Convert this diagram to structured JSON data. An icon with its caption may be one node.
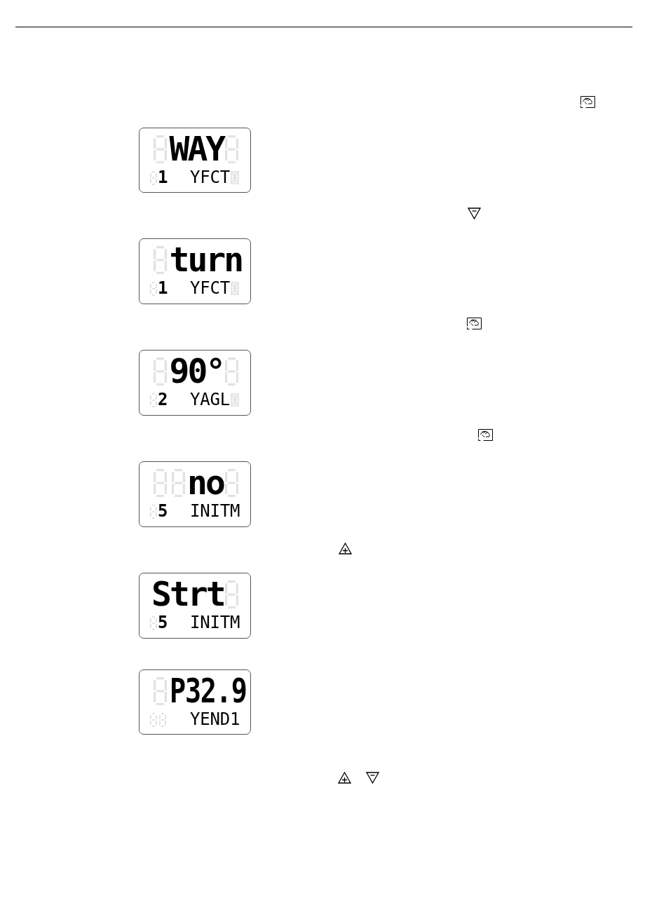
{
  "diagram": {
    "nodes": [
      {
        "text": [
          "WAY",
          "1",
          "YFCT"
        ]
      },
      {
        "text": [
          "turn",
          "1",
          "YFCT"
        ]
      },
      {
        "text": [
          "90°",
          "2",
          "YAGL"
        ]
      },
      {
        "text": [
          "no",
          "5",
          "INITM"
        ]
      },
      {
        "text": [
          "Strt",
          "5",
          "INITM"
        ]
      },
      {
        "text": [
          "P32.9",
          "YEND1"
        ]
      }
    ]
  }
}
